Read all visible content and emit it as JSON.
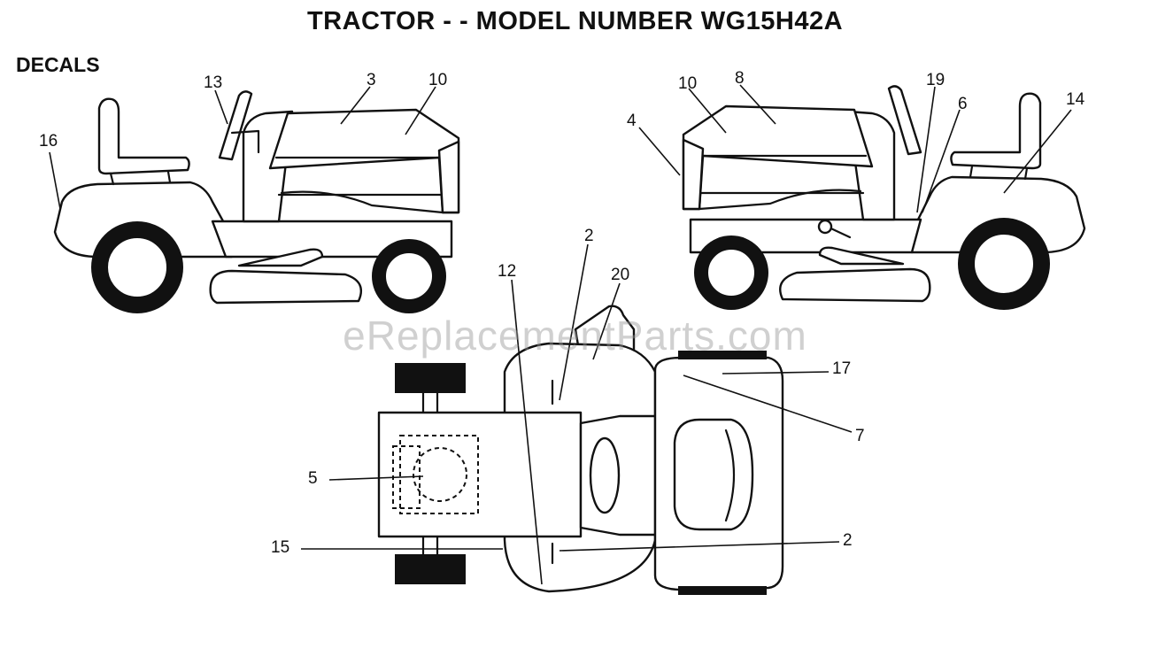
{
  "header": {
    "title": "TRACTOR - - MODEL NUMBER WG15H42A",
    "section": "DECALS"
  },
  "watermark": "eReplacementParts.com",
  "callouts": {
    "left_view": [
      "13",
      "3",
      "10",
      "16"
    ],
    "right_view": [
      "10",
      "8",
      "19",
      "6",
      "14",
      "4"
    ],
    "top_view": [
      "2",
      "12",
      "20",
      "17",
      "7",
      "5",
      "15",
      "2"
    ]
  }
}
